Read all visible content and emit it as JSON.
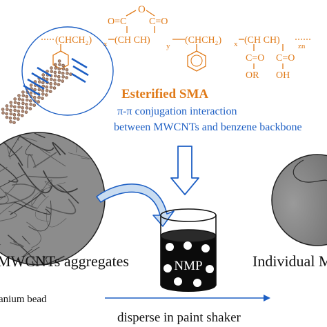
{
  "colors": {
    "chem": "#e07b1a",
    "blue": "#1d5fc4",
    "dark": "#111111",
    "micrograph": "#8c8c8c"
  },
  "polymer": {
    "unit1": "(CHCH₂)",
    "sub_x1": "x",
    "unit2": "(CH  CH)",
    "sub_y": "y",
    "anhydride_o": "O",
    "anhydride_left": "O=C",
    "anhydride_right": "C=O",
    "unit3": "(CHCH₂)",
    "sub_x2": "x",
    "unit4": "(CH  CH)",
    "sub_zn": "zn",
    "ester_left": "C=O",
    "ester_right": "C=O",
    "ester_or": "OR",
    "ester_oh": "OH",
    "name": "Esterified SMA"
  },
  "interaction": {
    "line1": "π-π conjugation interaction",
    "line2": "between MWCNTs and benzene backbone"
  },
  "labels": {
    "aggregates": "MWCNTs aggregates",
    "individual": "Individual M",
    "solvent": "NMP",
    "bead": "anium bead",
    "process": "disperse in paint shaker"
  }
}
